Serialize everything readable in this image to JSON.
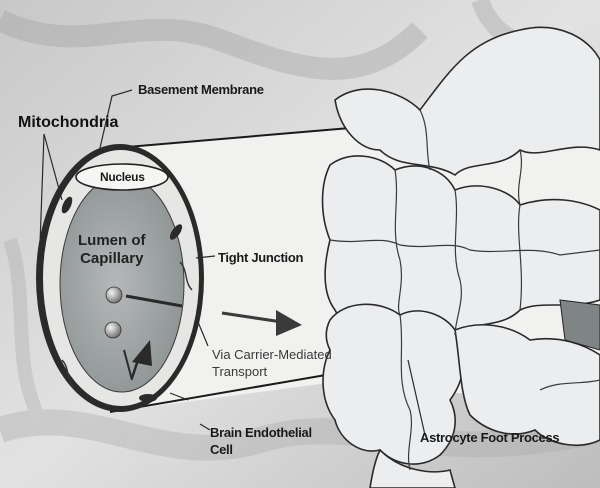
{
  "labels": {
    "basement_membrane": "Basement Membrane",
    "mitochondria": "Mitochondria",
    "nucleus": "Nucleus",
    "lumen_line1": "Lumen of",
    "lumen_line2": "Capillary",
    "tight_junction": "Tight Junction",
    "transport_line1": "Via Carrier-Mediated",
    "transport_line2": "Transport",
    "brain_endothelial_line1": "Brain Endothelial",
    "brain_endothelial_line2": "Cell",
    "astrocyte_foot_process": "Astrocyte Foot Process"
  }
}
